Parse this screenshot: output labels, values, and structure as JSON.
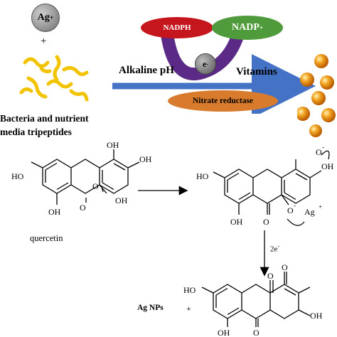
{
  "top_panel": {
    "ag_ion": "Ag",
    "ag_charge": "+",
    "plus": "+",
    "bacteria_label_line1": "Bacteria and nutrient",
    "bacteria_label_line2": "media tripeptides",
    "nadph": "NADPH",
    "nadp": "NADP",
    "nadp_charge": "+",
    "electron": "e",
    "electron_charge": "-",
    "alkaline": "Alkaline pH",
    "vitamins": "Vitamins",
    "nitrate_reductase": "Nitrate reductase"
  },
  "bottom_panel": {
    "quercetin_name": "quercetin",
    "two_e": "2e",
    "two_e_charge": "-",
    "ag_nps": "Ag NPs",
    "plus": "+",
    "ag_plus_label": "Ag",
    "ag_plus_charge": "+",
    "o_minus": "O",
    "minus": "-",
    "ho": "HO",
    "oh": "OH",
    "o": "O"
  },
  "colors": {
    "nadph": "#c5161d",
    "nadp": "#4f9a3a",
    "purple_arrow": "#5b2a86",
    "blue_arrow": "#4472c4",
    "nitrate": "#d87b2c",
    "bacteria": "#f2c400",
    "nanoparticle": "#e07b10"
  }
}
